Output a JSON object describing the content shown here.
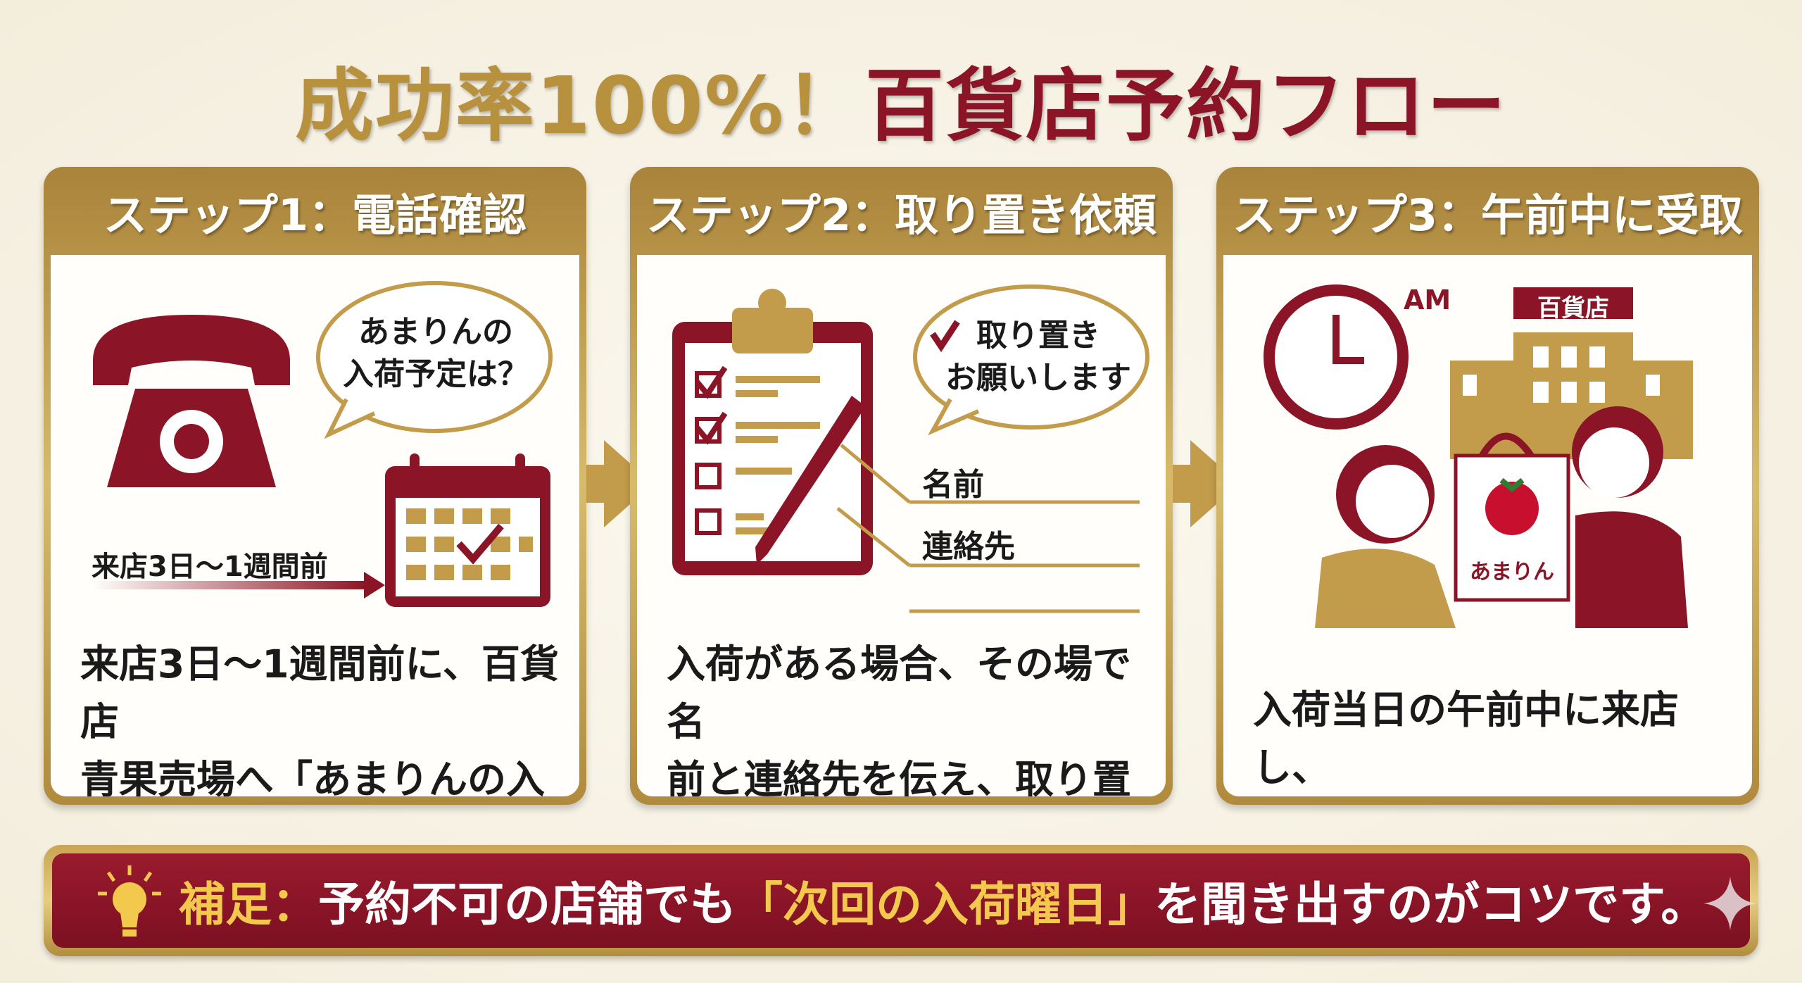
{
  "title": {
    "part1": "成功率100%！",
    "part2": "百貨店予約フロー"
  },
  "steps": [
    {
      "header": "ステップ1：電話確認",
      "bubble": "あまりんの\n入荷予定は？",
      "timing_label": "来店3日〜1週間前",
      "description": "来店3日〜1週間前に、百貨店\n青果売場へ「あまりんの入荷\n予定」を問い合わせる。"
    },
    {
      "header": "ステップ2：取り置き依頼",
      "bubble": "取り置き\nお願いします",
      "field_labels": [
        "名前",
        "連絡先"
      ],
      "description": "入荷がある場合、その場で名\n前と連絡先を伝え、取り置き\nを依頼する。"
    },
    {
      "header": "ステップ3：午前中に受取",
      "am_label": "AM",
      "store_sign": "百貨店",
      "bag_label": "あまりん",
      "description": "入荷当日の午前中に来店し、\n鮮度抜群の状態で受け取る。"
    }
  ],
  "tip": {
    "label": "補足：",
    "text1": "予約不可の店舗でも",
    "highlight": "「次回の入荷曜日」",
    "text2": "を聞き出すのがコツです。"
  },
  "colors": {
    "gold": "#b8913f",
    "red": "#8b1426",
    "background": "#f6f1e4"
  }
}
